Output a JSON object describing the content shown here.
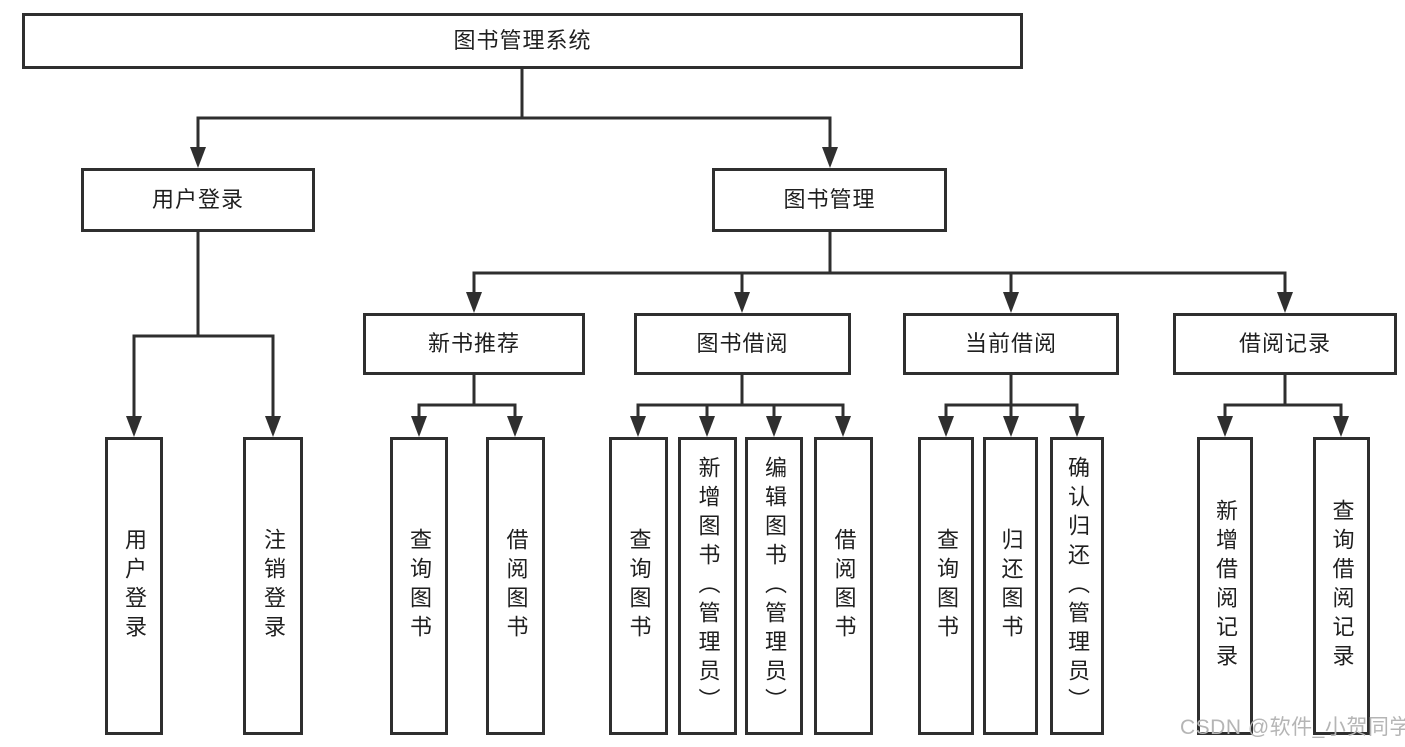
{
  "colors": {
    "line": "#2f2f2f",
    "text": "#1f1f1f",
    "watermark": "#b5b5b5",
    "background": "#ffffff"
  },
  "diagram": {
    "root": {
      "label": "图书管理系统"
    },
    "user_login": {
      "label": "用户登录",
      "children": [
        "用户登录",
        "注销登录"
      ]
    },
    "book_mgmt": {
      "label": "图书管理"
    },
    "new_book": {
      "label": "新书推荐",
      "children": [
        "查询图书",
        "借阅图书"
      ]
    },
    "book_borrow": {
      "label": "图书借阅",
      "children": [
        "查询图书",
        "新增图书（管理员）",
        "编辑图书（管理员）",
        "借阅图书"
      ]
    },
    "current_borrow": {
      "label": "当前借阅",
      "children": [
        "查询图书",
        "归还图书",
        "确认归还（管理员）"
      ]
    },
    "borrow_record": {
      "label": "借阅记录",
      "children": [
        "新增借阅记录",
        "查询借阅记录"
      ]
    }
  },
  "watermark": "CSDN @软件_小贺同学"
}
